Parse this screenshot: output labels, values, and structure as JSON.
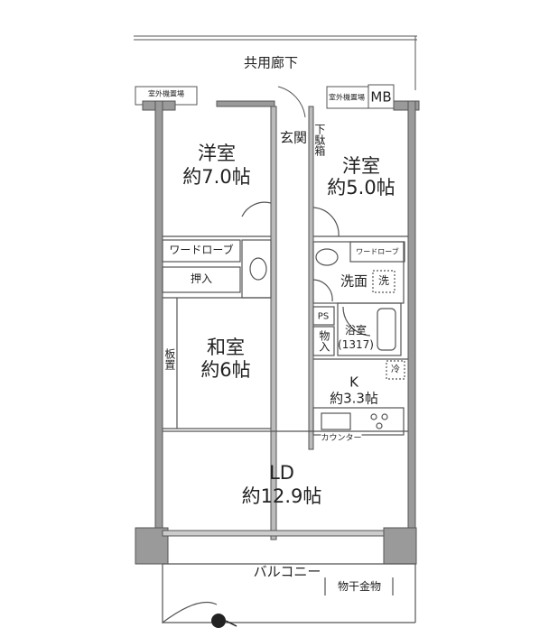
{
  "corridor": {
    "label": "共用廊下"
  },
  "outdoor_unit": {
    "left_label": "室外機置場",
    "right_label": "室外機置場"
  },
  "meter_box": {
    "label": "MB"
  },
  "rooms": {
    "western_room_1": {
      "name": "洋室",
      "size": "約7.0帖"
    },
    "western_room_2": {
      "name": "洋室",
      "size": "約5.0帖"
    },
    "entrance": {
      "name": "玄関"
    },
    "shoe_box": {
      "name": "下駄箱"
    },
    "wardrobe_left": {
      "name": "ワードローブ"
    },
    "wardrobe_right": {
      "name": "ワードローブ"
    },
    "closet": {
      "name": "押入"
    },
    "japanese_room": {
      "name": "和室",
      "size": "約6帖"
    },
    "board_floor": {
      "name": "板置"
    },
    "washroom": {
      "name": "洗面",
      "washer": "洗"
    },
    "ps": {
      "name": "PS"
    },
    "storage": {
      "name": "物入"
    },
    "bathroom": {
      "name": "浴室",
      "size": "(1317)"
    },
    "kitchen": {
      "name": "K",
      "size": "約3.3帖",
      "fridge": "冷",
      "counter": "カウンター"
    },
    "living_dining": {
      "name": "LD",
      "size": "約12.9帖"
    },
    "balcony": {
      "name": "バルコニー",
      "drying_rack": "物干金物"
    }
  },
  "colors": {
    "wall": "#9a9a9a",
    "line": "#555555"
  }
}
